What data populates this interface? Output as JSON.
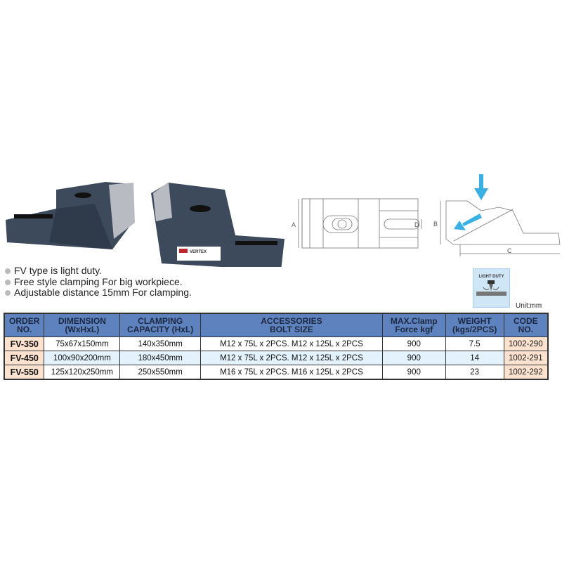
{
  "features": [
    "FV type is light duty.",
    "Free style clamping For big workpiece.",
    "Adjustable distance 15mm For clamping."
  ],
  "badge": {
    "label": "LIGHT DUTY"
  },
  "unit": "Unit:mm",
  "product_label": "VERTEX",
  "diagram_labels": {
    "a": "A",
    "b": "B",
    "c": "C",
    "d": "D"
  },
  "table": {
    "headers": [
      [
        "ORDER",
        "NO."
      ],
      [
        "DIMENSION",
        "(WxHxL)"
      ],
      [
        "CLAMPING",
        "CAPACITY (HxL)"
      ],
      [
        "ACCESSORIES",
        "BOLT SIZE"
      ],
      [
        "MAX.Clamp",
        "Force kgf"
      ],
      [
        "WEIGHT",
        "(kgs/2PCS)"
      ],
      [
        "CODE",
        "NO."
      ]
    ],
    "rows": [
      [
        "FV-350",
        "75x67x150mm",
        "140x350mm",
        "M12 x 75L x 2PCS. M12 x 125L x 2PCS",
        "900",
        "7.5",
        "1002-290"
      ],
      [
        "FV-450",
        "100x90x200mm",
        "180x450mm",
        "M12 x 75L x 2PCS. M12 x 125L x 2PCS",
        "900",
        "14",
        "1002-291"
      ],
      [
        "FV-550",
        "125x120x250mm",
        "250x550mm",
        "M16 x 75L x 2PCS. M16 x 125L x 2PCS",
        "900",
        "23",
        "1002-292"
      ]
    ]
  },
  "colors": {
    "header": "#5e82bd",
    "code_cell": "#fde3cf",
    "alt_row": "#e3f2fc",
    "arrow": "#3ab0e2"
  }
}
